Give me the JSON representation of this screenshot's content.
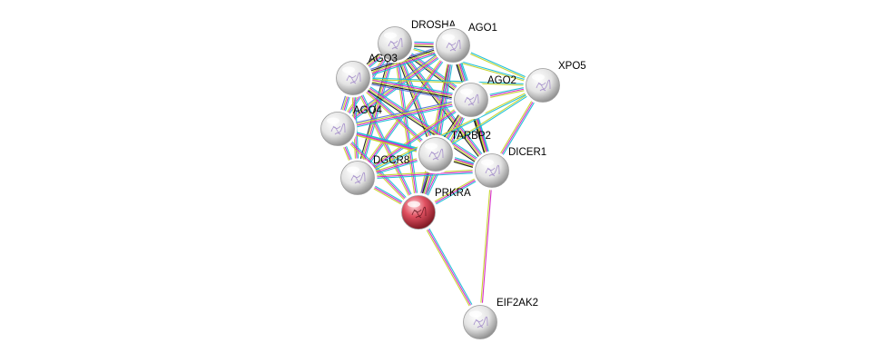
{
  "network": {
    "query_color": "#e05060",
    "default_color": "#e6e6e6",
    "evidence_colors": {
      "database": "#19bfd6",
      "experiments": "#d623c9",
      "textmining": "#c6d32a",
      "coexpression": "#1c1c1c",
      "homology": "#5a70d8",
      "neighborhood": "#31b54c"
    },
    "nodes": [
      {
        "id": "DROSHA",
        "label": "DROSHA",
        "query": false,
        "icon": "protein-structure-icon"
      },
      {
        "id": "AGO1",
        "label": "AGO1",
        "query": false,
        "icon": "protein-structure-icon"
      },
      {
        "id": "AGO3",
        "label": "AGO3",
        "query": false,
        "icon": "protein-structure-icon"
      },
      {
        "id": "XPO5",
        "label": "XPO5",
        "query": false,
        "icon": "protein-structure-icon"
      },
      {
        "id": "AGO2",
        "label": "AGO2",
        "query": false,
        "icon": "protein-structure-icon"
      },
      {
        "id": "AGO4",
        "label": "AGO4",
        "query": false,
        "icon": "protein-structure-icon"
      },
      {
        "id": "TARBP2",
        "label": "TARBP2",
        "query": false,
        "icon": "protein-structure-icon"
      },
      {
        "id": "DICER1",
        "label": "DICER1",
        "query": false,
        "icon": "protein-structure-icon"
      },
      {
        "id": "DGCR8",
        "label": "DGCR8",
        "query": false,
        "icon": "protein-structure-icon"
      },
      {
        "id": "PRKRA",
        "label": "PRKRA",
        "query": true,
        "icon": "protein-structure-icon"
      },
      {
        "id": "EIF2AK2",
        "label": "EIF2AK2",
        "query": false,
        "icon": "protein-structure-icon"
      }
    ],
    "edges": [
      {
        "source": "DROSHA",
        "target": "AGO1",
        "evidence": [
          "database",
          "experiments",
          "textmining",
          "coexpression"
        ]
      },
      {
        "source": "DROSHA",
        "target": "AGO3",
        "evidence": [
          "database",
          "experiments",
          "textmining",
          "coexpression"
        ]
      },
      {
        "source": "DROSHA",
        "target": "AGO2",
        "evidence": [
          "database",
          "experiments",
          "textmining",
          "coexpression"
        ]
      },
      {
        "source": "DROSHA",
        "target": "AGO4",
        "evidence": [
          "database",
          "experiments",
          "textmining"
        ]
      },
      {
        "source": "DROSHA",
        "target": "TARBP2",
        "evidence": [
          "database",
          "experiments",
          "textmining",
          "coexpression"
        ]
      },
      {
        "source": "DROSHA",
        "target": "DICER1",
        "evidence": [
          "database",
          "experiments",
          "textmining",
          "coexpression"
        ]
      },
      {
        "source": "DROSHA",
        "target": "DGCR8",
        "evidence": [
          "database",
          "experiments",
          "textmining",
          "coexpression"
        ]
      },
      {
        "source": "DROSHA",
        "target": "PRKRA",
        "evidence": [
          "database",
          "experiments",
          "textmining"
        ]
      },
      {
        "source": "DROSHA",
        "target": "XPO5",
        "evidence": [
          "database",
          "textmining"
        ]
      },
      {
        "source": "AGO1",
        "target": "AGO3",
        "evidence": [
          "database",
          "experiments",
          "textmining",
          "coexpression",
          "homology"
        ]
      },
      {
        "source": "AGO1",
        "target": "AGO2",
        "evidence": [
          "database",
          "experiments",
          "textmining",
          "coexpression",
          "homology"
        ]
      },
      {
        "source": "AGO1",
        "target": "AGO4",
        "evidence": [
          "database",
          "experiments",
          "textmining",
          "homology"
        ]
      },
      {
        "source": "AGO1",
        "target": "XPO5",
        "evidence": [
          "database",
          "textmining"
        ]
      },
      {
        "source": "AGO1",
        "target": "TARBP2",
        "evidence": [
          "database",
          "experiments",
          "textmining",
          "coexpression"
        ]
      },
      {
        "source": "AGO1",
        "target": "DICER1",
        "evidence": [
          "database",
          "experiments",
          "textmining",
          "coexpression"
        ]
      },
      {
        "source": "AGO1",
        "target": "DGCR8",
        "evidence": [
          "database",
          "experiments",
          "textmining"
        ]
      },
      {
        "source": "AGO1",
        "target": "PRKRA",
        "evidence": [
          "database",
          "experiments",
          "textmining"
        ]
      },
      {
        "source": "AGO3",
        "target": "AGO2",
        "evidence": [
          "database",
          "experiments",
          "textmining",
          "coexpression",
          "homology"
        ]
      },
      {
        "source": "AGO3",
        "target": "AGO4",
        "evidence": [
          "database",
          "experiments",
          "textmining",
          "homology"
        ]
      },
      {
        "source": "AGO3",
        "target": "TARBP2",
        "evidence": [
          "database",
          "experiments",
          "textmining"
        ]
      },
      {
        "source": "AGO3",
        "target": "DICER1",
        "evidence": [
          "database",
          "experiments",
          "textmining",
          "coexpression"
        ]
      },
      {
        "source": "AGO3",
        "target": "DGCR8",
        "evidence": [
          "database",
          "experiments",
          "textmining"
        ]
      },
      {
        "source": "AGO3",
        "target": "PRKRA",
        "evidence": [
          "database",
          "experiments",
          "textmining"
        ]
      },
      {
        "source": "AGO3",
        "target": "XPO5",
        "evidence": [
          "database",
          "textmining"
        ]
      },
      {
        "source": "AGO2",
        "target": "XPO5",
        "evidence": [
          "database",
          "experiments",
          "textmining"
        ]
      },
      {
        "source": "AGO2",
        "target": "AGO4",
        "evidence": [
          "database",
          "experiments",
          "textmining",
          "homology"
        ]
      },
      {
        "source": "AGO2",
        "target": "TARBP2",
        "evidence": [
          "database",
          "experiments",
          "textmining",
          "coexpression"
        ]
      },
      {
        "source": "AGO2",
        "target": "DICER1",
        "evidence": [
          "database",
          "experiments",
          "textmining",
          "coexpression"
        ]
      },
      {
        "source": "AGO2",
        "target": "DGCR8",
        "evidence": [
          "database",
          "experiments",
          "textmining"
        ]
      },
      {
        "source": "AGO2",
        "target": "PRKRA",
        "evidence": [
          "database",
          "experiments",
          "textmining"
        ]
      },
      {
        "source": "AGO4",
        "target": "TARBP2",
        "evidence": [
          "database",
          "experiments",
          "textmining"
        ]
      },
      {
        "source": "AGO4",
        "target": "DICER1",
        "evidence": [
          "database",
          "experiments",
          "textmining"
        ]
      },
      {
        "source": "AGO4",
        "target": "DGCR8",
        "evidence": [
          "database",
          "experiments",
          "textmining"
        ]
      },
      {
        "source": "AGO4",
        "target": "PRKRA",
        "evidence": [
          "database",
          "experiments",
          "textmining"
        ]
      },
      {
        "source": "XPO5",
        "target": "DICER1",
        "evidence": [
          "database",
          "experiments",
          "textmining"
        ]
      },
      {
        "source": "XPO5",
        "target": "TARBP2",
        "evidence": [
          "database",
          "textmining"
        ]
      },
      {
        "source": "XPO5",
        "target": "DGCR8",
        "evidence": [
          "database",
          "textmining"
        ]
      },
      {
        "source": "TARBP2",
        "target": "DICER1",
        "evidence": [
          "database",
          "experiments",
          "textmining",
          "coexpression"
        ]
      },
      {
        "source": "TARBP2",
        "target": "DGCR8",
        "evidence": [
          "database",
          "experiments",
          "textmining"
        ]
      },
      {
        "source": "TARBP2",
        "target": "PRKRA",
        "evidence": [
          "database",
          "experiments",
          "textmining",
          "coexpression",
          "homology"
        ]
      },
      {
        "source": "DICER1",
        "target": "DGCR8",
        "evidence": [
          "database",
          "experiments",
          "textmining"
        ]
      },
      {
        "source": "DICER1",
        "target": "PRKRA",
        "evidence": [
          "database",
          "experiments",
          "textmining"
        ]
      },
      {
        "source": "DGCR8",
        "target": "PRKRA",
        "evidence": [
          "database",
          "experiments",
          "textmining"
        ]
      },
      {
        "source": "PRKRA",
        "target": "EIF2AK2",
        "evidence": [
          "database",
          "experiments",
          "textmining"
        ]
      },
      {
        "source": "DICER1",
        "target": "EIF2AK2",
        "evidence": [
          "experiments",
          "textmining"
        ]
      }
    ]
  }
}
